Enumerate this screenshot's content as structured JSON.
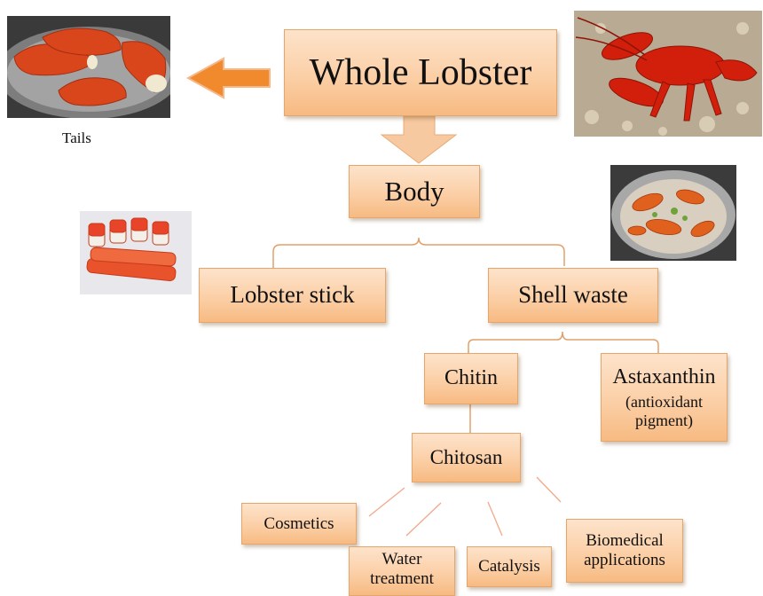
{
  "nodes": {
    "whole_lobster": "Whole Lobster",
    "body": "Body",
    "lobster_stick": "Lobster stick",
    "shell_waste": "Shell waste",
    "chitin": "Chitin",
    "astaxanthin": "Astaxanthin",
    "astaxanthin_note": "(antioxidant pigment)",
    "chitosan": "Chitosan",
    "cosmetics": "Cosmetics",
    "water_treatment": "Water treatment",
    "catalysis": "Catalysis",
    "biomedical": "Biomedical applications"
  },
  "captions": {
    "tails": "Tails"
  },
  "colors": {
    "box_fill": "#fbcfa6",
    "box_border": "#e3a66c",
    "arrow_fill": "#f7c9a0",
    "left_arrow": "#f08a2c",
    "connector": "#e0a06a"
  }
}
